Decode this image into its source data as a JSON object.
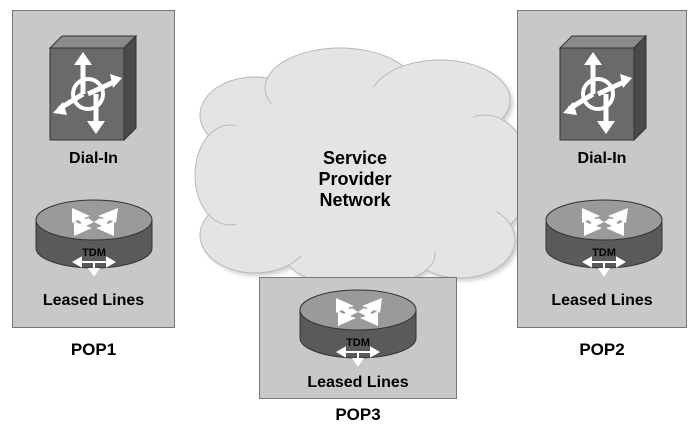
{
  "cloud": {
    "label_lines": [
      "Service",
      "Provider",
      "Network"
    ]
  },
  "pops": [
    {
      "name": "POP1",
      "devices": [
        {
          "type": "dial-in-switch",
          "label": "Dial-In"
        },
        {
          "type": "router",
          "label": "Leased Lines",
          "badge": "TDM"
        }
      ]
    },
    {
      "name": "POP2",
      "devices": [
        {
          "type": "dial-in-switch",
          "label": "Dial-In"
        },
        {
          "type": "router",
          "label": "Leased Lines",
          "badge": "TDM"
        }
      ]
    },
    {
      "name": "POP3",
      "devices": [
        {
          "type": "router",
          "label": "Leased Lines",
          "badge": "TDM"
        }
      ]
    }
  ],
  "colors": {
    "box_fill": "#c8c8c8",
    "cloud_fill": "#e0e0e0",
    "device_dark": "#5a5a5a",
    "device_light": "#9a9a9a"
  }
}
